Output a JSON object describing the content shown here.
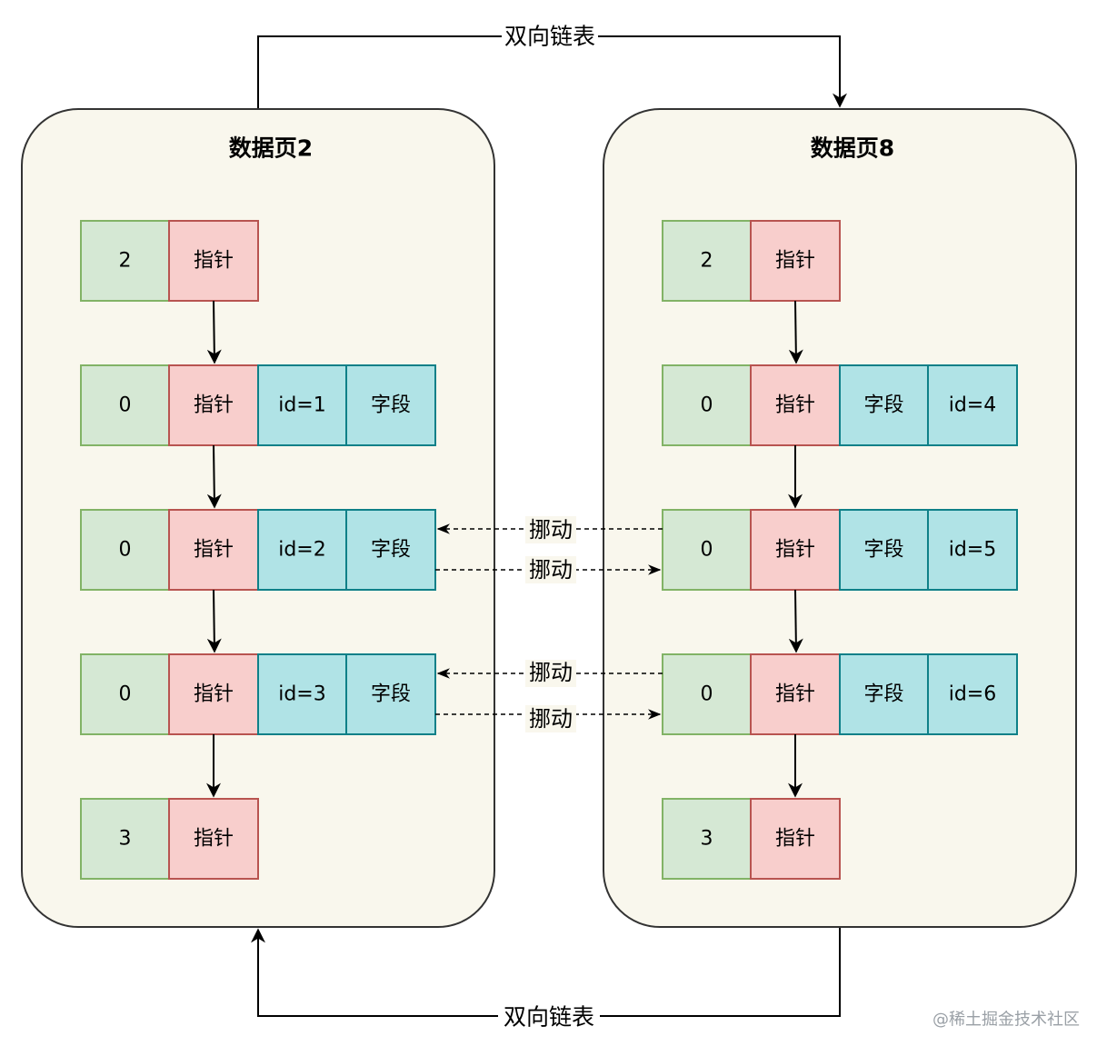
{
  "link_label_top": "双向链表",
  "link_label_bottom": "双向链表",
  "watermark": "@稀土掘金技术社区",
  "move_label": "挪动",
  "pages": [
    {
      "title": "数据页2",
      "rows": [
        [
          "2",
          "指针"
        ],
        [
          "0",
          "指针",
          "id=1",
          "字段"
        ],
        [
          "0",
          "指针",
          "id=2",
          "字段"
        ],
        [
          "0",
          "指针",
          "id=3",
          "字段"
        ],
        [
          "3",
          "指针"
        ]
      ]
    },
    {
      "title": "数据页8",
      "rows": [
        [
          "2",
          "指针"
        ],
        [
          "0",
          "指针",
          "字段",
          "id=4"
        ],
        [
          "0",
          "指针",
          "字段",
          "id=5"
        ],
        [
          "0",
          "指针",
          "字段",
          "id=6"
        ],
        [
          "3",
          "指针"
        ]
      ]
    }
  ],
  "colors": {
    "page_fill": "#f9f7ed",
    "header_cell": "#d5e8d4",
    "pointer_cell": "#f8cecc",
    "data_cell": "#b0e3e6"
  }
}
